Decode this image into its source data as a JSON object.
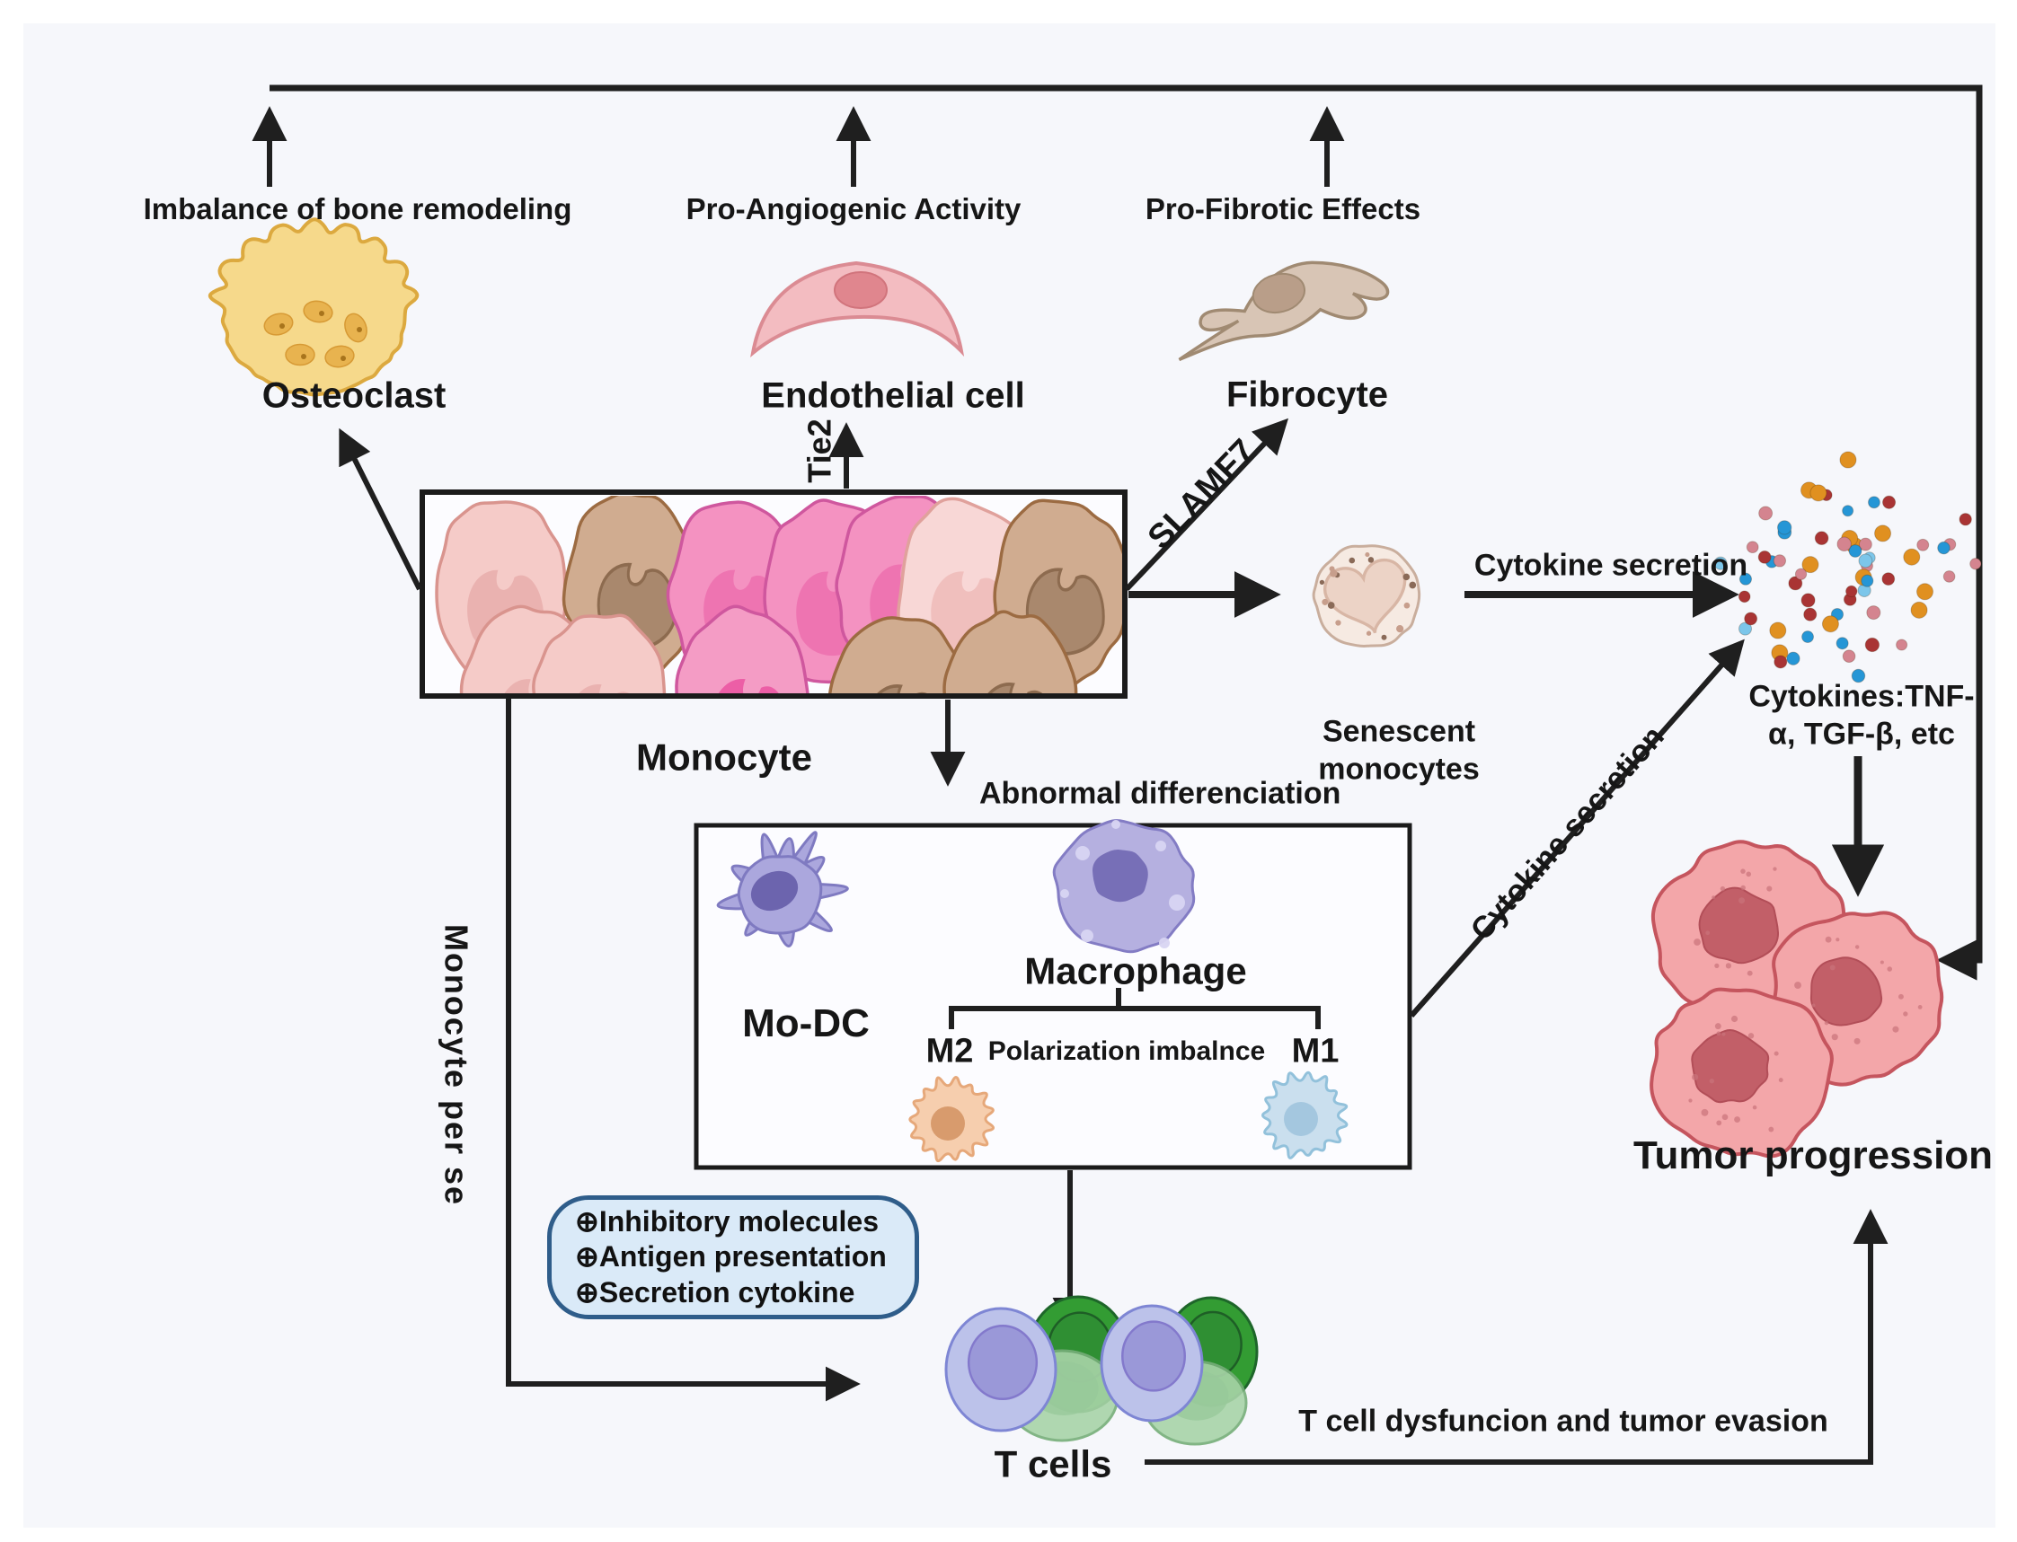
{
  "diagram": {
    "title_implied": "Monocyte roles diagram",
    "top_row": {
      "imbalance": "Imbalance of bone remodeling",
      "angiogenic": "Pro-Angiogenic Activity",
      "fibrotic": "Pro-Fibrotic Effects"
    },
    "cells": {
      "osteoclast": "Osteoclast",
      "endothelial": "Endothelial cell",
      "fibrocyte": "Fibrocyte",
      "monocyte": "Monocyte",
      "senescent_line1": "Senescent",
      "senescent_line2": "monocytes",
      "mo_dc": "Mo-DC",
      "macrophage": "Macrophage",
      "m2": "M2",
      "m1": "M1",
      "t_cells": "T cells",
      "tumor": "Tumor progression"
    },
    "labels": {
      "tie2": "Tie2",
      "slamf7": "SLAMF7",
      "cytokine_secretion": "Cytokine secretion",
      "cytokine_secretion_diagonal": "Cytokine secretion",
      "abnormal_differentiation": "Abnormal differenciation",
      "polarization_imbalance": "Polarization imbalnce",
      "monocyte_per_se": "Monocyte per se",
      "t_cell_dysfunction": "T cell dysfuncion and tumor evasion",
      "cytokines_line1": "Cytokines:TNF-",
      "cytokines_line2": "α, TGF-β, etc"
    },
    "inhibition_box": {
      "items": [
        "⊕Inhibitory molecules",
        "⊕Antigen presentation",
        "⊕Secretion cytokine"
      ]
    },
    "icons": {
      "osteoclast": "osteoclast-cell-icon",
      "endothelial": "endothelial-cell-icon",
      "fibrocyte": "fibrocyte-cell-icon",
      "monocytes": "monocyte-cluster-icon",
      "senescent": "senescent-monocyte-icon",
      "cytokine_cloud": "cytokine-dots-icon",
      "mo_dc": "dendritic-cell-icon",
      "macrophage": "macrophage-cell-icon",
      "m2": "m2-macrophage-icon",
      "m1": "m1-macrophage-icon",
      "t_cells": "t-cell-cluster-icon",
      "tumor": "tumor-cells-icon"
    },
    "colors": {
      "background": "#f6f7fb",
      "line": "#1f1f1f",
      "osteoclast": {
        "fill": "#f6d98b",
        "stroke": "#dca93f",
        "nucleus": "#e8b34f",
        "nucleus_stroke": "#d79a35",
        "dot": "#a8741c"
      },
      "endothelial": {
        "fill": "#f3bcc1",
        "stroke": "#db8b93",
        "nucleus": "#e0868e",
        "nucleus_stroke": "#d1747c"
      },
      "fibrocyte": {
        "fill": "#d8c5b5",
        "stroke": "#a08a72",
        "nucleus": "#b99e89",
        "nucleus_stroke": "#a08a72"
      },
      "mono_light": {
        "fill": "#f5cbc8",
        "stroke": "#d9948e",
        "nucleus": "#eab2b0"
      },
      "mono_pale": {
        "fill": "#f8d7d6",
        "stroke": "#e0a19c",
        "nucleus": "#f0bfbd"
      },
      "mono_pink": {
        "fill": "#f492c1",
        "stroke": "#cf579e",
        "nucleus": "#ee74b1"
      },
      "mono_bright": {
        "fill": "#f49cc5",
        "stroke": "#cf579e",
        "nucleus": "#ec5ea6"
      },
      "mono_tan": {
        "fill": "#d0ac90",
        "stroke": "#9c6b42",
        "nucleus": "#a9886d",
        "nucleus_stroke": "#8d6b4f"
      },
      "senescent": {
        "fill": "#f6eae2",
        "stroke": "#c9ae9d",
        "nucleus": "#ecd3c6",
        "nucleus_stroke": "#d8b6a5",
        "speckle": "#c79e8c",
        "dot": "#8a6a58"
      },
      "mo_dc": {
        "fill": "#aba7dd",
        "stroke": "#7f7ac1",
        "nucleus": "#6c64ae"
      },
      "macrophage": {
        "fill": "#b5b0e0",
        "stroke": "#837cc4",
        "nucleus": "#776fb7",
        "vesicle": "#d8d5f2"
      },
      "m2": {
        "fill": "#f6ceae",
        "stroke": "#e6a87a",
        "nucleus": "#d89b6d"
      },
      "m1": {
        "fill": "#cadfee",
        "stroke": "#92c1db",
        "nucleus": "#a4c7df"
      },
      "t_purple": {
        "fill": "#bcc2ea",
        "stroke": "#7e86d4",
        "nucleus": "#9a98d8",
        "nucleus_stroke": "#8379cc"
      },
      "t_green": {
        "fill": "#339c33",
        "stroke": "#1e662a",
        "nucleus": "#2f8f33",
        "nucleus_stroke": "#1e5e26"
      },
      "t_ghost": {
        "fill": "#a8d4a8",
        "stroke": "#76ae79",
        "nucleus": "#97c89a"
      },
      "tumor": {
        "fill": "#f3a6a9",
        "stroke": "#c5555e",
        "nucleus": "#c25f68",
        "nucleus_stroke": "#b24e58",
        "speckle": "#c9747b"
      },
      "cytokine_dots": [
        "#e09020",
        "#a93434",
        "#2596d6",
        "#7cc6ea",
        "#d4848f"
      ],
      "inhibition_box": {
        "fill": "#daeaf8",
        "border": "#2f5d8a"
      }
    }
  }
}
